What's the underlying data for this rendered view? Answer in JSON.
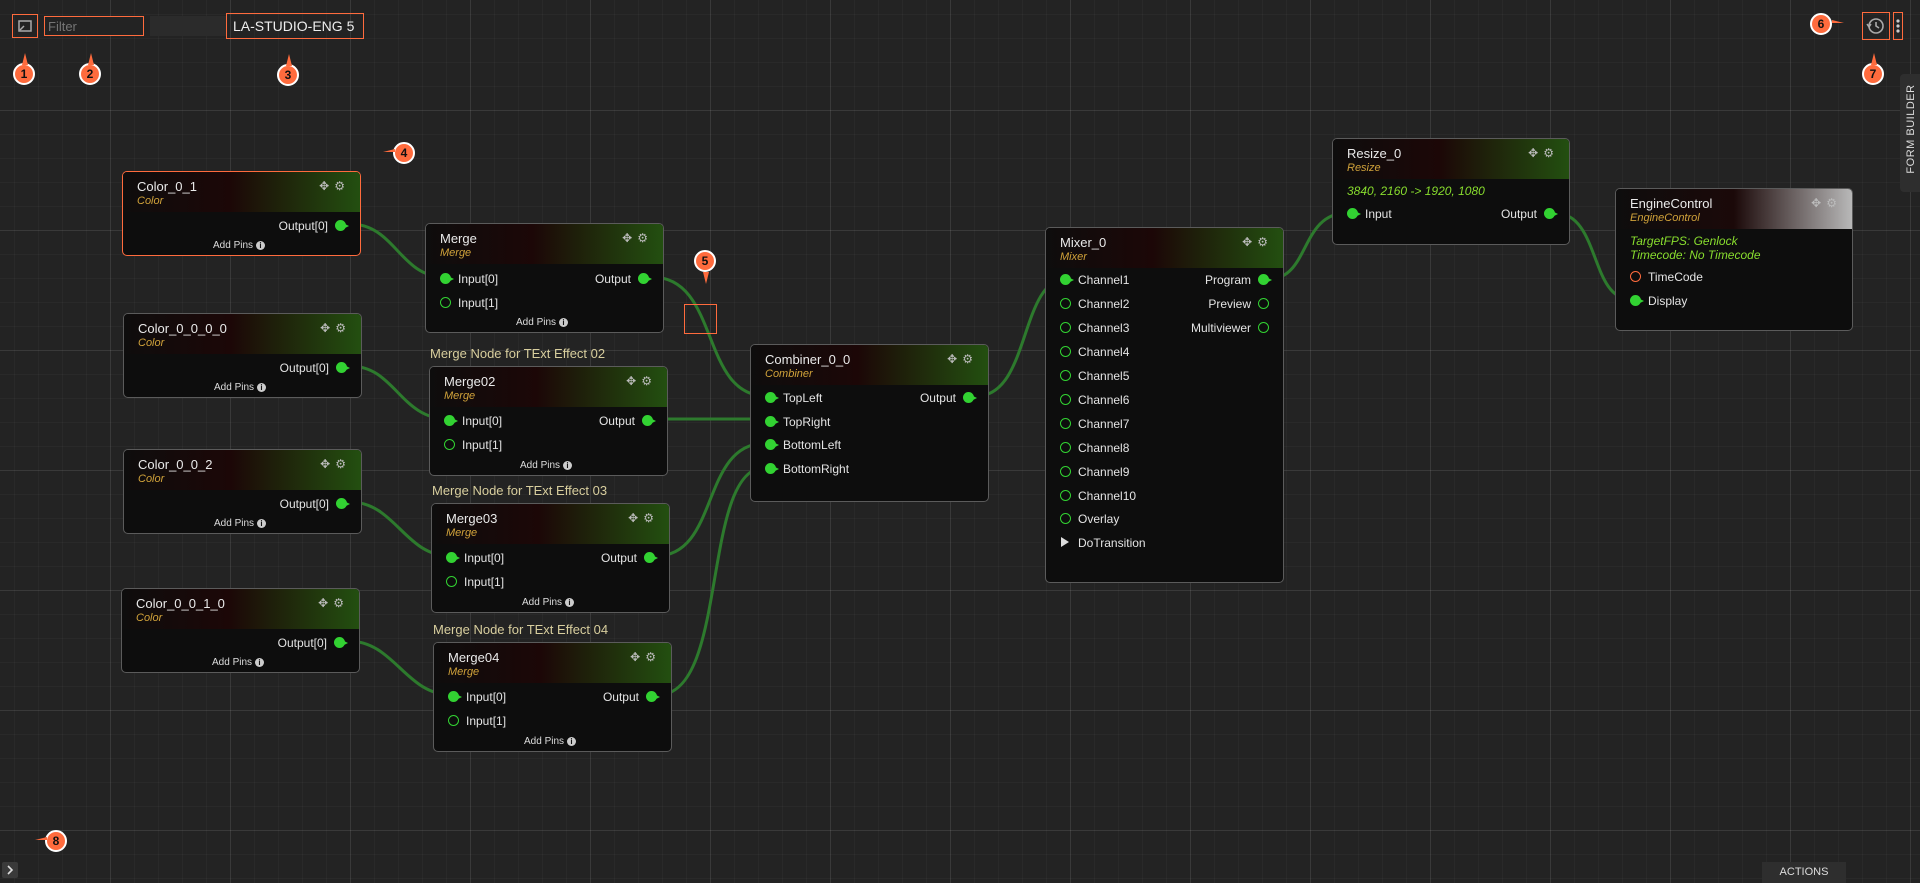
{
  "toolbar": {
    "filter_placeholder": "Filter",
    "engine_name": "LA-STUDIO-ENG 5"
  },
  "side_panel": {
    "form_builder_label": "FORM BUILDER"
  },
  "footer": {
    "actions_label": "ACTIONS"
  },
  "group_labels": {
    "effect02": "Merge Node for TExt Effect 02",
    "effect03": "Merge Node for TExt Effect 03",
    "effect04": "Merge Node for TExt Effect 04"
  },
  "common": {
    "add_pins": "Add Pins"
  },
  "nodes": {
    "color_0_1": {
      "title": "Color_0_1",
      "type": "Color",
      "out": "Output[0]"
    },
    "color_0_0_0_0": {
      "title": "Color_0_0_0_0",
      "type": "Color",
      "out": "Output[0]"
    },
    "color_0_0_2": {
      "title": "Color_0_0_2",
      "type": "Color",
      "out": "Output[0]"
    },
    "color_0_0_1_0": {
      "title": "Color_0_0_1_0",
      "type": "Color",
      "out": "Output[0]"
    },
    "merge": {
      "title": "Merge",
      "type": "Merge",
      "in0": "Input[0]",
      "in1": "Input[1]",
      "out": "Output"
    },
    "merge02": {
      "title": "Merge02",
      "type": "Merge",
      "in0": "Input[0]",
      "in1": "Input[1]",
      "out": "Output"
    },
    "merge03": {
      "title": "Merge03",
      "type": "Merge",
      "in0": "Input[0]",
      "in1": "Input[1]",
      "out": "Output"
    },
    "merge04": {
      "title": "Merge04",
      "type": "Merge",
      "in0": "Input[0]",
      "in1": "Input[1]",
      "out": "Output"
    },
    "combiner": {
      "title": "Combiner_0_0",
      "type": "Combiner",
      "in": [
        "TopLeft",
        "TopRight",
        "BottomLeft",
        "BottomRight"
      ],
      "out": "Output"
    },
    "mixer": {
      "title": "Mixer_0",
      "type": "Mixer",
      "in": [
        "Channel1",
        "Channel2",
        "Channel3",
        "Channel4",
        "Channel5",
        "Channel6",
        "Channel7",
        "Channel8",
        "Channel9",
        "Channel10",
        "Overlay",
        "DoTransition"
      ],
      "out": [
        "Program",
        "Preview",
        "Multiviewer"
      ]
    },
    "resize": {
      "title": "Resize_0",
      "type": "Resize",
      "info": "3840, 2160 -> 1920, 1080",
      "in": "Input",
      "out": "Output"
    },
    "engine": {
      "title": "EngineControl",
      "type": "EngineControl",
      "info1": "TargetFPS: Genlock",
      "info2": "Timecode: No Timecode",
      "in1": "TimeCode",
      "in2": "Display"
    }
  },
  "markers": [
    "1",
    "2",
    "3",
    "4",
    "5",
    "6",
    "7",
    "8"
  ],
  "colors": {
    "accent": "#ff6b3d",
    "pin": "#32d232",
    "wire": "#2d7a2d",
    "type_label": "#d0a23a",
    "info_text": "#88dd2e"
  }
}
